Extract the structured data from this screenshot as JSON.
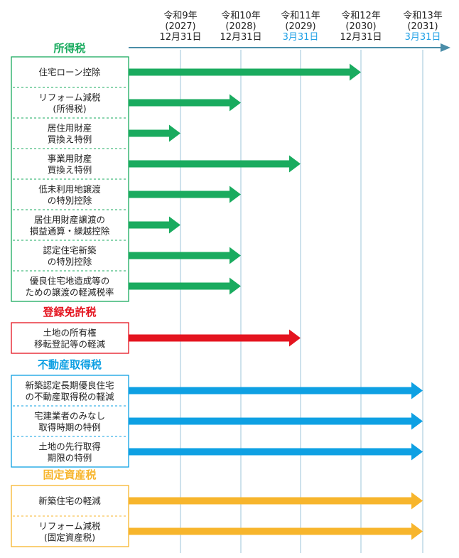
{
  "chart_data": {
    "type": "bar",
    "colors": {
      "income": "#1aab5f",
      "registration": "#e4141f",
      "acquisition": "#0ea0e3",
      "property": "#f7b52c",
      "axis": "#4a8da8",
      "deadline_blue": "#1fa0e6"
    },
    "years": [
      {
        "label": "令和9年",
        "western": "(2027)",
        "date": "12月31日",
        "highlight": false
      },
      {
        "label": "令和10年",
        "western": "(2028)",
        "date": "12月31日",
        "highlight": false
      },
      {
        "label": "令和11年",
        "western": "(2029)",
        "date": "3月31日",
        "highlight": true
      },
      {
        "label": "令和12年",
        "western": "(2030)",
        "date": "12月31日",
        "highlight": false
      },
      {
        "label": "令和13年",
        "western": "(2031)",
        "date": "3月31日",
        "highlight": true
      }
    ],
    "groups": [
      {
        "title": "所得税",
        "color_key": "income",
        "items": [
          {
            "lines": [
              "住宅ローン控除"
            ],
            "end_year": "令和12年"
          },
          {
            "lines": [
              "リフォーム減税",
              "(所得税)"
            ],
            "end_year": "令和10年"
          },
          {
            "lines": [
              "居住用財産",
              "買換え特例"
            ],
            "end_year": "令和9年"
          },
          {
            "lines": [
              "事業用財産",
              "買換え特例"
            ],
            "end_year": "令和11年"
          },
          {
            "lines": [
              "低未利用地譲渡",
              "の特別控除"
            ],
            "end_year": "令和10年"
          },
          {
            "lines": [
              "居住用財産譲渡の",
              "損益通算・繰越控除"
            ],
            "end_year": "令和9年"
          },
          {
            "lines": [
              "認定住宅新築",
              "の特別控除"
            ],
            "end_year": "令和10年"
          },
          {
            "lines": [
              "優良住宅地造成等の",
              "ための譲渡の軽減税率"
            ],
            "end_year": "令和10年"
          }
        ]
      },
      {
        "title": "登録免許税",
        "color_key": "registration",
        "items": [
          {
            "lines": [
              "土地の所有権",
              "移転登記等の軽減"
            ],
            "end_year": "令和11年"
          }
        ]
      },
      {
        "title": "不動産取得税",
        "color_key": "acquisition",
        "items": [
          {
            "lines": [
              "新築認定長期優良住宅",
              "の不動産取得税の軽減"
            ],
            "end_year": "令和13年"
          },
          {
            "lines": [
              "宅建業者のみなし",
              "取得時期の特例"
            ],
            "end_year": "令和13年"
          },
          {
            "lines": [
              "土地の先行取得",
              "期限の特例"
            ],
            "end_year": "令和13年"
          }
        ]
      },
      {
        "title": "固定資産税",
        "color_key": "property",
        "items": [
          {
            "lines": [
              "新築住宅の軽減"
            ],
            "end_year": "令和13年"
          },
          {
            "lines": [
              "リフォーム減税",
              "(固定資産税)"
            ],
            "end_year": "令和13年"
          }
        ]
      }
    ]
  }
}
